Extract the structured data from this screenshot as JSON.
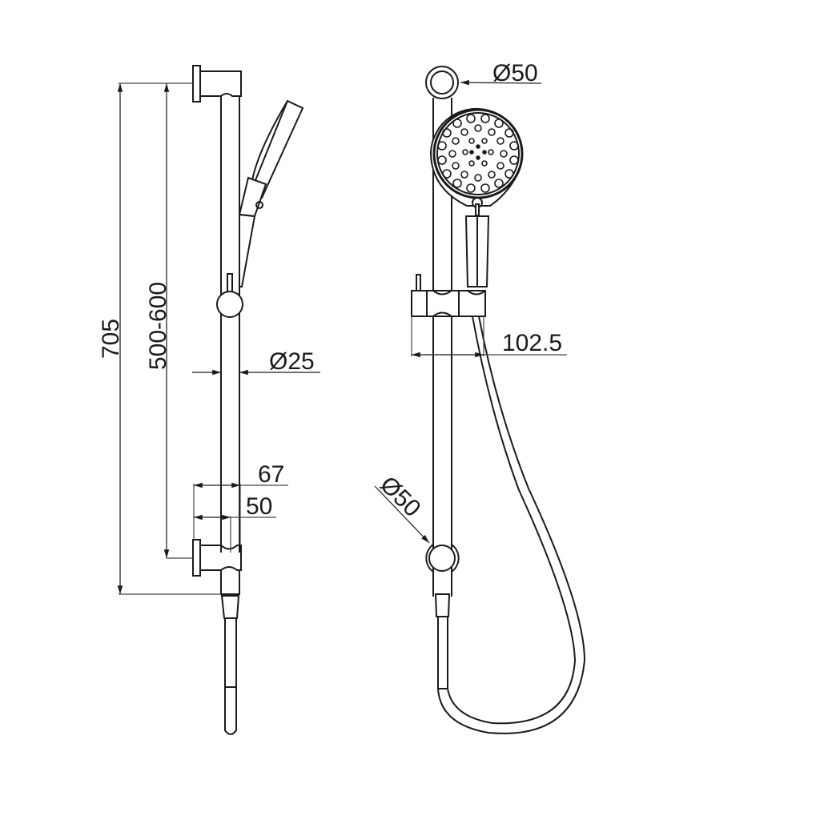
{
  "drawing": {
    "title": "Shower rail set technical drawing",
    "views": [
      "side-view",
      "front-view"
    ]
  },
  "dimensions": {
    "overall_height": "705",
    "adjustable_range": "500-600",
    "rail_diameter": "Ø25",
    "bracket_depth_outer": "67",
    "bracket_depth_inner": "50",
    "top_bracket_diameter": "Ø50",
    "holder_projection": "102.5",
    "bottom_bracket_diameter": "Ø50"
  },
  "colors": {
    "line": "#1a1a1a",
    "dimension_line": "#444444",
    "background": "#ffffff"
  }
}
